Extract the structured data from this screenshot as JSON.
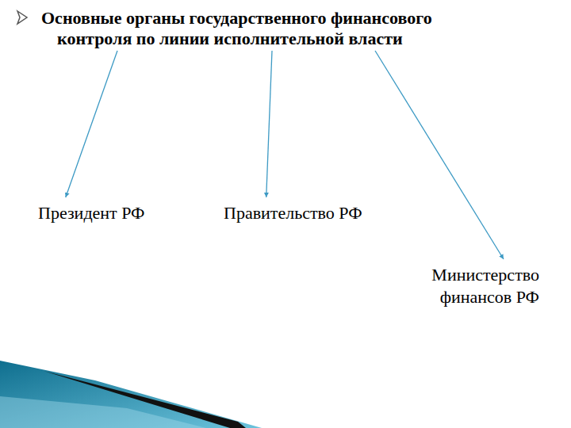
{
  "diagram": {
    "nodes": [
      {
        "text": [
          "Основные органы государственного финансового контроля по линии исполнительной власти"
        ]
      },
      {
        "text": [
          "Президент РФ"
        ]
      },
      {
        "text": [
          "Правительство РФ"
        ]
      },
      {
        "text": [
          "Министерство финансов РФ"
        ]
      }
    ],
    "edges": [
      {
        "from": 0,
        "to": 1,
        "arrow": "to"
      },
      {
        "from": 0,
        "to": 2,
        "arrow": "to"
      },
      {
        "from": 0,
        "to": 3,
        "arrow": "to"
      }
    ]
  }
}
